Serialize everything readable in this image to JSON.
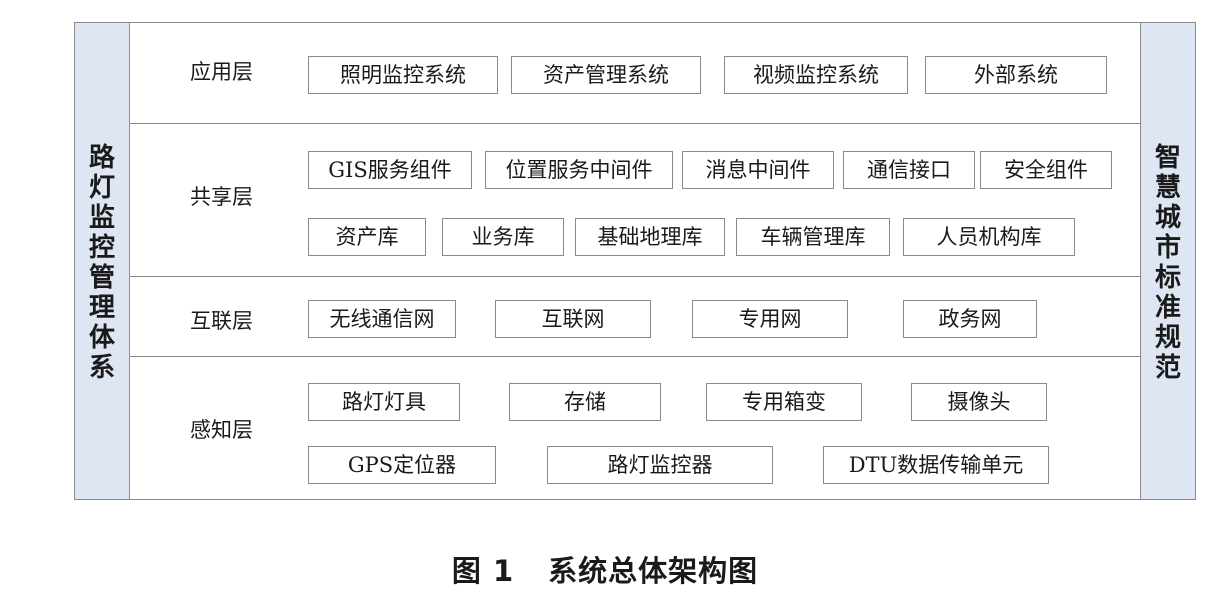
{
  "left_sidebar": {
    "chars": [
      "路",
      "灯",
      "监",
      "控",
      "管",
      "理",
      "体",
      "系"
    ]
  },
  "right_sidebar": {
    "chars": [
      "智",
      "慧",
      "城",
      "市",
      "标",
      "准",
      "规",
      "范"
    ]
  },
  "layers": {
    "app": {
      "label": "应用层",
      "items": [
        "照明监控系统",
        "资产管理系统",
        "视频监控系统",
        "外部系统"
      ]
    },
    "share": {
      "label": "共享层",
      "row1": [
        "GIS服务组件",
        "位置服务中间件",
        "消息中间件",
        "通信接口",
        "安全组件"
      ],
      "row2": [
        "资产库",
        "业务库",
        "基础地理库",
        "车辆管理库",
        "人员机构库"
      ]
    },
    "net": {
      "label": "互联层",
      "items": [
        "无线通信网",
        "互联网",
        "专用网",
        "政务网"
      ]
    },
    "sense": {
      "label": "感知层",
      "row1": [
        "路灯灯具",
        "存储",
        "专用箱变",
        "摄像头"
      ],
      "row2": [
        "GPS定位器",
        "路灯监控器",
        "DTU数据传输单元"
      ]
    }
  },
  "caption": {
    "number": "图 1",
    "title": "系统总体架构图"
  }
}
